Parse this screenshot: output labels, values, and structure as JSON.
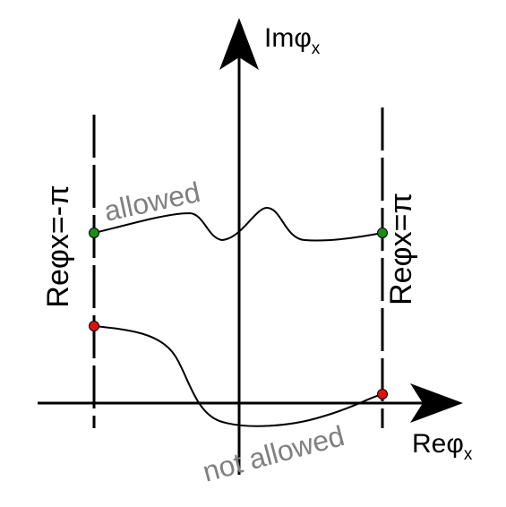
{
  "axes": {
    "vertical_label": "Imφ",
    "vertical_sub": "x",
    "horizontal_label": "Reφ",
    "horizontal_sub": "x"
  },
  "boundaries": {
    "left_label": "Reφx=-π",
    "right_label": "Reφx=π"
  },
  "regions": {
    "upper_label": "allowed",
    "lower_label": "not allowed"
  },
  "colors": {
    "axis": "#000000",
    "curve": "#000000",
    "region_text": "#808080",
    "allowed_point": "#1a8c1a",
    "not_allowed_point": "#e01010"
  }
}
